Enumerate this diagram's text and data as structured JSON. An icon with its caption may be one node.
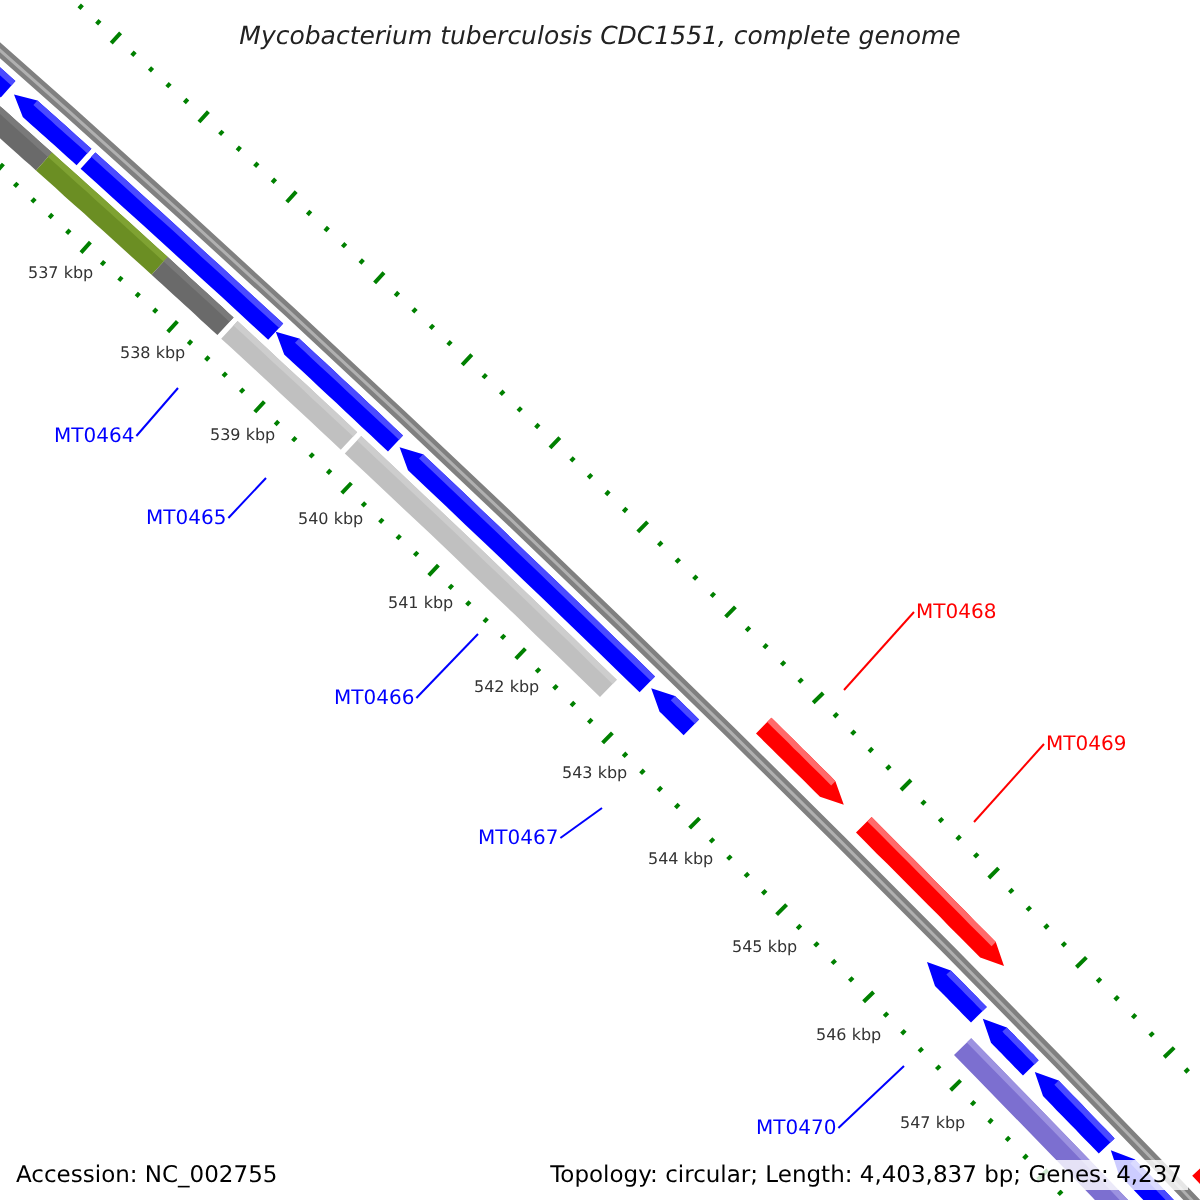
{
  "diagram": {
    "title": "Mycobacterium tuberculosis CDC1551, complete genome",
    "nodes": [
      {
        "text": [
          "MT0464"
        ]
      },
      {
        "text": [
          "MT0465"
        ]
      },
      {
        "text": [
          "MT0468"
        ]
      },
      {
        "text": [
          "MT0466"
        ]
      },
      {
        "text": [
          "MT0469"
        ]
      },
      {
        "text": [
          "MT0467"
        ]
      },
      {
        "text": [
          "MT0470"
        ]
      }
    ],
    "edges": [
      {
        "from": 0,
        "to": null,
        "arrow": "none"
      },
      {
        "from": 1,
        "to": null,
        "arrow": "none"
      },
      {
        "from": 2,
        "to": null,
        "arrow": "none",
        "color": "#ff0000"
      },
      {
        "from": 3,
        "to": null,
        "arrow": "none"
      },
      {
        "from": 4,
        "to": null,
        "arrow": "none",
        "color": "#ff0000"
      },
      {
        "from": 5,
        "to": null,
        "arrow": "none"
      },
      {
        "from": 6,
        "to": null,
        "arrow": "none"
      }
    ],
    "labels": [
      "537 kbp",
      "538 kbp",
      "539 kbp",
      "540 kbp",
      "541 kbp",
      "542 kbp",
      "543 kbp",
      "544 kbp",
      "545 kbp",
      "546 kbp",
      "547 kbp",
      "Accession: NC_002755",
      "Topology: circular; Length: 4,403,837 bp; Genes: 4,237"
    ]
  }
}
